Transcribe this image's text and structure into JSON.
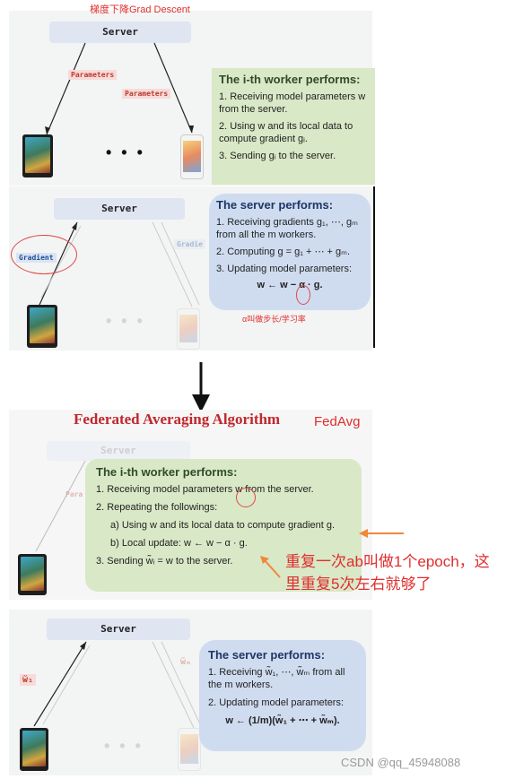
{
  "top_note": "梯度下降Grad Descent",
  "section1": {
    "server": "Server",
    "tag_left": "Parameters",
    "tag_right": "Parameters",
    "dots": "• • •",
    "worker_card": {
      "title": "The i-th worker performs:",
      "items": [
        "1.  Receiving model parameters w from the server.",
        "2.  Using w and its local data to compute gradient gᵢ.",
        "3.  Sending gᵢ to the server."
      ]
    }
  },
  "section2": {
    "server": "Server",
    "tag_left": "Gradient",
    "tag_right": "Gradie",
    "dots": "• • •",
    "server_card": {
      "title": "The server performs:",
      "items": [
        "1.  Receiving gradients g₁, ⋯, gₘ from all the m workers.",
        "2.  Computing g = g₁ + ⋯ + gₘ.",
        "3.  Updating model parameters:"
      ],
      "formula": "w ← w − α · g."
    },
    "note": "α叫做步长/学习率"
  },
  "section3": {
    "title": "Federated Averaging Algorithm",
    "title_note": "FedAvg",
    "server_faded": "Server",
    "para_faded": "Para",
    "worker_card": {
      "title": "The i-th worker performs:",
      "item1": "1.  Receiving model parameters w from the server.",
      "item2": "2.  Repeating the followings:",
      "sub_a": "a)  Using w and its local data to compute gradient g.",
      "sub_b": "b)  Local update:  w ← w − α · g.",
      "item3": "3.  Sending w̃ᵢ = w to the server."
    },
    "annotation": "重复一次ab叫做1个epoch，这里重复5次左右就够了"
  },
  "section4": {
    "server": "Server",
    "tag_left": "w̃₁",
    "tag_right_faded": "w̃ₘ",
    "dots": "• • •",
    "server_card": {
      "title": "The server performs:",
      "item1": "1.  Receiving w̃₁, ⋯, w̃ₘ from all the m workers.",
      "item2": "2.  Updating model parameters:",
      "formula": "w ← (1/m)(w̃₁ + ⋯ + w̃ₘ)."
    }
  },
  "watermark": "CSDN @qq_45948088",
  "colors": {
    "red": "#e02d2d",
    "green_card": "#d9e8c6",
    "blue_card": "#cfdcf0",
    "server_box": "#dfe6f2",
    "orange_arrow": "#f0883a"
  }
}
